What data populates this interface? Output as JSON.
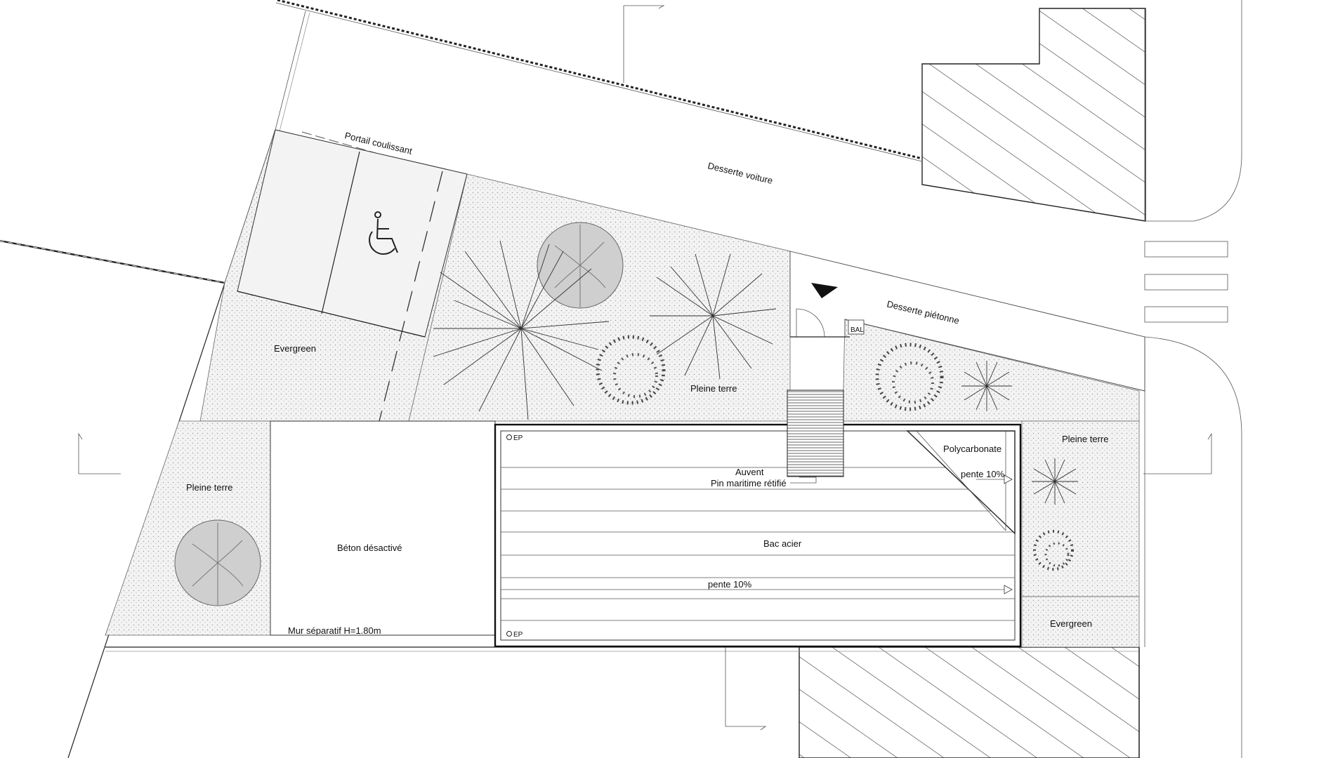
{
  "labels": {
    "portail": "Portail coulissant",
    "desserte_voiture": "Desserte voiture",
    "desserte_pietonne": "Desserte piétonne",
    "bal": "BAL",
    "evergreen_left": "Evergreen",
    "evergreen_right": "Evergreen",
    "pleine_terre_center": "Pleine terre",
    "pleine_terre_left": "Pleine terre",
    "pleine_terre_right": "Pleine terre",
    "auvent": "Auvent",
    "pin_maritime": "Pin maritime rétifié",
    "polycarbonate": "Polycarbonate",
    "pente_top": "pente 10%",
    "pente_bottom": "pente 10%",
    "bac_acier": "Bac acier",
    "beton": "Béton désactivé",
    "mur": "Mur séparatif  H=1.80m",
    "ep_top": "EP",
    "ep_bottom": "EP"
  },
  "colors": {
    "line": "#222222",
    "hatch": "#333333",
    "ground_fill": "#f1f1f1",
    "tree_fill": "#cfcfcf"
  },
  "icons": {
    "accessibility": "wheelchair-icon",
    "entrance": "entrance-arrow-icon"
  }
}
